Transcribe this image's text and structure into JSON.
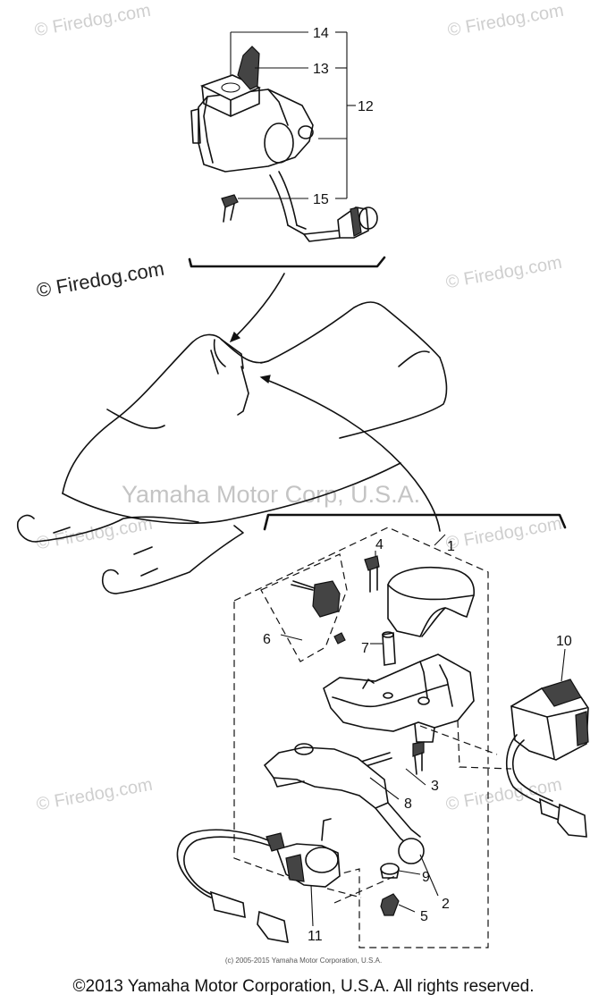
{
  "watermarks": {
    "firedog": "© Firedog.com",
    "center": "Yamaha Motor Corp, U.S.A."
  },
  "part_labels": [
    "1",
    "2",
    "3",
    "4",
    "5",
    "6",
    "7",
    "8",
    "9",
    "10",
    "11",
    "12",
    "13",
    "14",
    "15"
  ],
  "copyright_small": "(c) 2005-2015 Yamaha Motor Corporation, U.S.A.",
  "copyright_footer": "©2013 Yamaha Motor Corporation, U.S.A. All rights reserved."
}
